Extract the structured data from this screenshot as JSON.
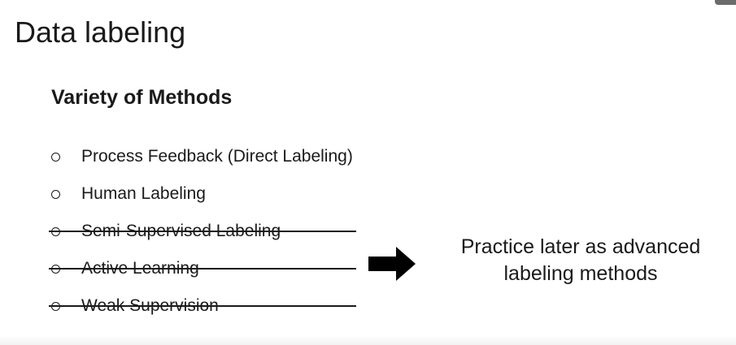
{
  "slide": {
    "title": "Data labeling",
    "subtitle": "Variety of Methods",
    "bullets": [
      {
        "label": "Process Feedback (Direct Labeling)",
        "struck": false
      },
      {
        "label": "Human Labeling",
        "struck": false
      },
      {
        "label": "Semi-Supervised Labeling",
        "struck": true
      },
      {
        "label": "Active Learning",
        "struck": true
      },
      {
        "label": "Weak Supervision",
        "struck": true
      }
    ],
    "arrow_icon": "right-arrow-icon",
    "callout": {
      "line1": "Practice later as advanced",
      "line2": "labeling methods"
    }
  },
  "colors": {
    "text": "#1a1a1a",
    "background": "#ffffff"
  }
}
